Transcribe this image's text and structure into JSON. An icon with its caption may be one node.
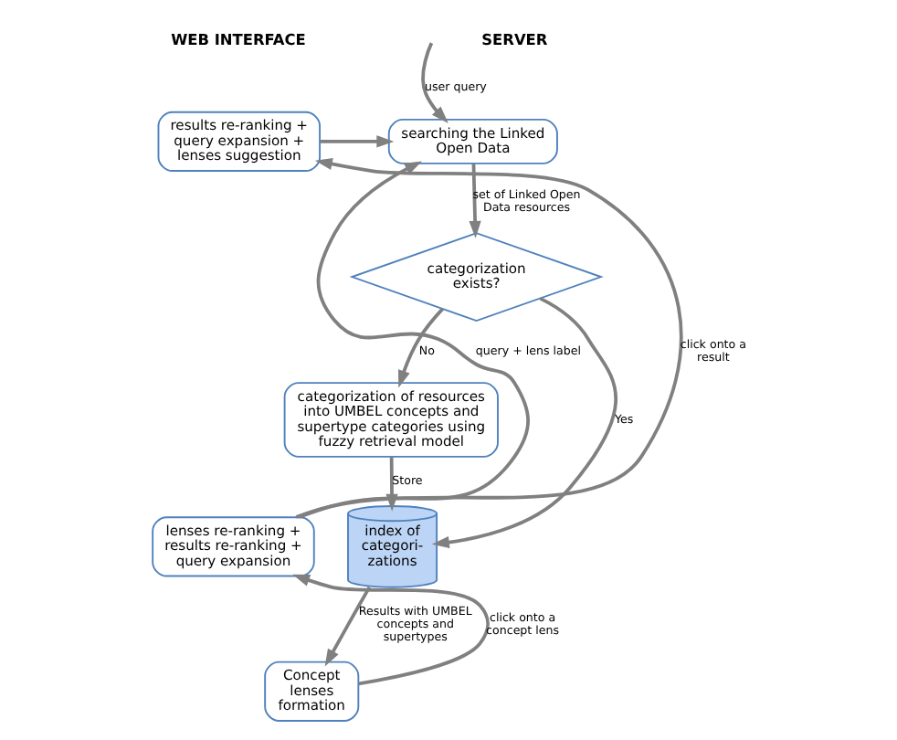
{
  "diagram": {
    "nodes": [
      {
        "text": [
          "results re-ranking + query expansion + lenses suggestion"
        ]
      },
      {
        "text": [
          "searching the Linked Open Data"
        ]
      },
      {
        "text": [
          "lenses re-ranking + results re-ranking + query expansion"
        ]
      },
      {
        "text": [
          "categorization exists?"
        ]
      },
      {
        "text": [
          "index of categori- zations"
        ]
      },
      {
        "text": [
          "categorization of resources into UMBEL concepts and supertype categories using fuzzy retrieval model"
        ]
      },
      {
        "text": [
          "Concept lenses formation"
        ]
      }
    ],
    "edges": [
      {
        "from": null,
        "to": 1,
        "arrow": "to",
        "label": "user query"
      },
      {
        "from": 0,
        "to": 1,
        "arrow": "to"
      },
      {
        "from": 2,
        "to": 1,
        "arrow": "to",
        "label": "query + lens label"
      },
      {
        "from": 1,
        "to": 3,
        "arrow": "to",
        "label": "set of Linked Open Data resources"
      },
      {
        "from": 3,
        "to": 4,
        "arrow": "to",
        "label": "Yes"
      },
      {
        "from": 3,
        "to": 5,
        "arrow": "to",
        "label": "No"
      },
      {
        "from": 5,
        "to": 4,
        "arrow": "to",
        "label": "Store"
      },
      {
        "from": 4,
        "to": 6,
        "arrow": "to",
        "label": "Results with UMBEL concepts and supertypes"
      },
      {
        "from": 6,
        "to": 2,
        "arrow": "to",
        "label": "click onto a concept lens"
      },
      {
        "from": 2,
        "to": 0,
        "arrow": "to",
        "label": "click onto a result"
      }
    ],
    "labels": [
      "WEB INTERFACE",
      "SERVER"
    ]
  }
}
